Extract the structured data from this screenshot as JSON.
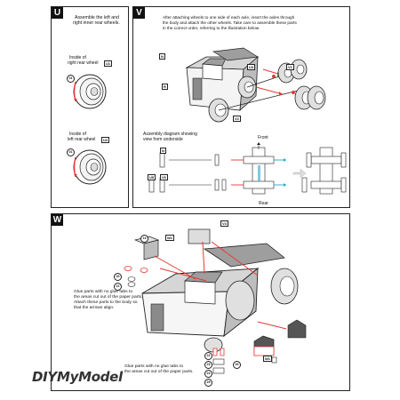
{
  "panels": {
    "u": {
      "letter": "U",
      "instruction": [
        "Assemble the left and",
        "right inner rear wheels."
      ],
      "caption_a": [
        "Inside of",
        "right rear wheel"
      ],
      "part_a": "U1",
      "caption_b": [
        "Inside of",
        "left rear wheel"
      ],
      "part_b": "U2",
      "ref": "01"
    },
    "v": {
      "letter": "V",
      "instruction": [
        "After attaching wheels to one side of each axle, insert the axles through",
        "the body and attach the other wheels. Take care to assemble these parts",
        "in the correct order, referring to the illustration below."
      ],
      "diagram_caption": [
        "Assembly diagram showing",
        "view from underside"
      ],
      "front_label": "Front",
      "rear_label": "Rear",
      "parts": [
        "N",
        "R",
        "U3",
        "V1",
        "V2",
        "N",
        "U5",
        "V6"
      ]
    },
    "w": {
      "letter": "W",
      "glue_text_1": [
        "Glue parts with no glue tabs to",
        "the areas cut out of the paper parts.",
        "Attach these parts to the body so",
        "that the arrows align."
      ],
      "glue_text_2": [
        "Glue parts with no glue tabs to",
        "the areas cut out of the paper parts."
      ],
      "parts": [
        "W1",
        "14",
        "20",
        "21",
        "V4",
        "W1",
        "22",
        "23",
        "24",
        "25",
        "26"
      ]
    }
  },
  "brand": "DIYMyModel",
  "colors": {
    "accent": "#e53935",
    "teal": "#29a8c8",
    "ink": "#222222",
    "gray": "#9e9e9e"
  }
}
